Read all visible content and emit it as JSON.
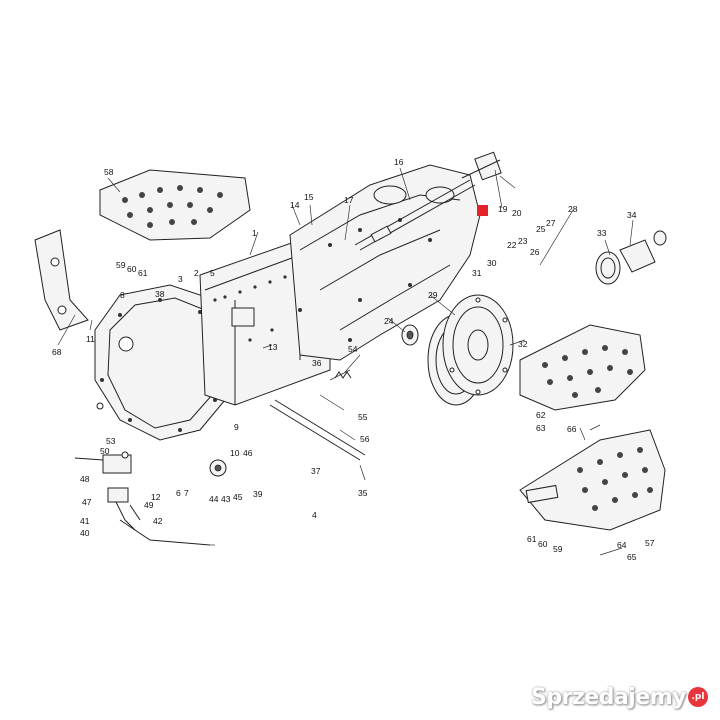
{
  "diagram": {
    "callouts": [
      "58",
      "59",
      "60",
      "61",
      "3",
      "2",
      "38",
      "68",
      "11",
      "8",
      "13",
      "14",
      "15",
      "1",
      "17",
      "16",
      "19",
      "20",
      "28",
      "34",
      "33",
      "22",
      "23",
      "25",
      "26",
      "27",
      "29",
      "31",
      "30",
      "24",
      "32",
      "36",
      "54",
      "55",
      "56",
      "37",
      "35",
      "12",
      "10",
      "9",
      "46",
      "45",
      "44",
      "43",
      "39",
      "6",
      "7",
      "53",
      "50",
      "48",
      "49",
      "47",
      "41",
      "40",
      "42",
      "5",
      "4",
      "62",
      "63",
      "66",
      "57",
      "61",
      "60",
      "59",
      "64",
      "65"
    ],
    "marker_color": "#e2232a"
  },
  "watermark": {
    "text": "Sprzedajemy",
    "badge": ".pl"
  }
}
